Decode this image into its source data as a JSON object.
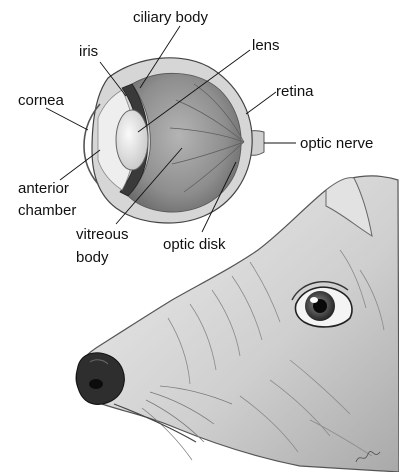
{
  "labels": {
    "ciliary_body": "ciliary body",
    "iris": "iris",
    "lens": "lens",
    "retina": "retina",
    "cornea": "cornea",
    "optic_nerve": "optic nerve",
    "anterior_chamber_line1": "anterior",
    "anterior_chamber_line2": "chamber",
    "vitreous_body_line1": "vitreous",
    "vitreous_body_line2": "body",
    "optic_disk": "optic disk"
  },
  "colors": {
    "ink": "#111111",
    "sclera": "#d4d4d4",
    "vitreous": "#9a9a9a",
    "lens": "#e6e6e6",
    "fur": "#bdbdbd",
    "nose": "#333333"
  }
}
